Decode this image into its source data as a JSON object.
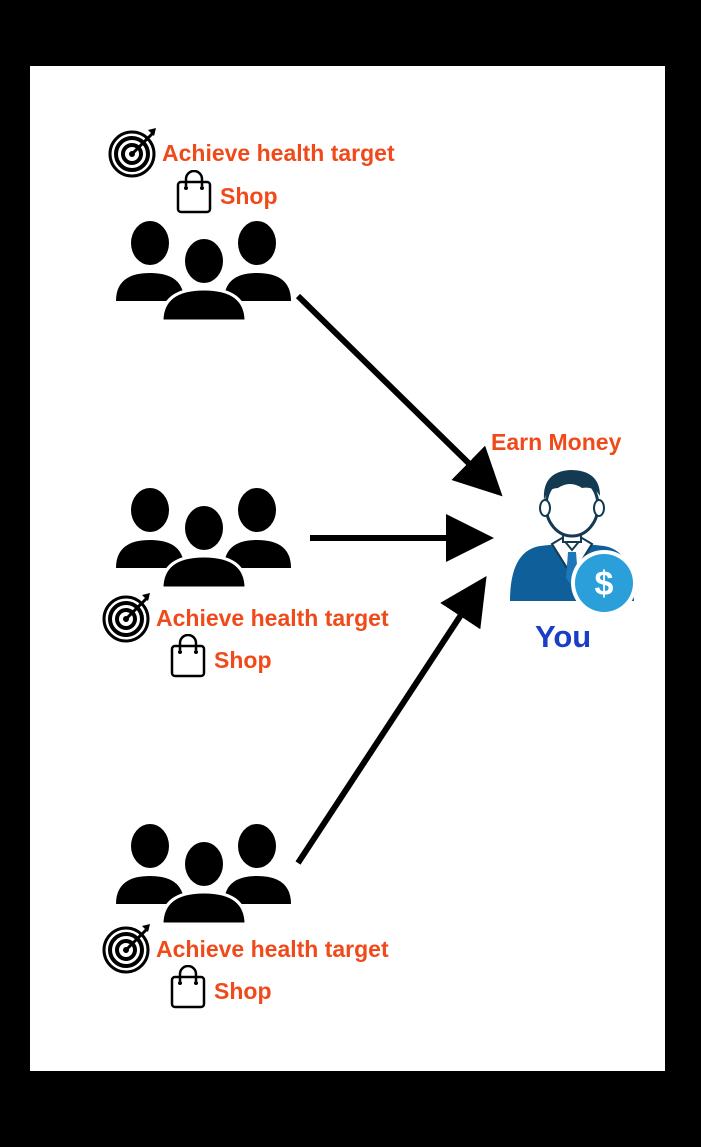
{
  "groups": [
    {
      "target_label": "Achieve health target",
      "shop_label": "Shop"
    },
    {
      "target_label": "Achieve health target",
      "shop_label": "Shop"
    },
    {
      "target_label": "Achieve health target",
      "shop_label": "Shop"
    }
  ],
  "center": {
    "earn_label": "Earn Money",
    "you_label": "You",
    "dollar_symbol": "$"
  },
  "colors": {
    "accent_text": "#f04a1a",
    "you_text": "#1b3fc4",
    "coin": "#2a9fd9",
    "suit": "#0f5f9a",
    "hair": "#143a52"
  },
  "icons": [
    "target-icon",
    "shopping-bag-icon",
    "people-group-icon",
    "businessman-icon",
    "dollar-coin-icon",
    "arrow-icon"
  ]
}
